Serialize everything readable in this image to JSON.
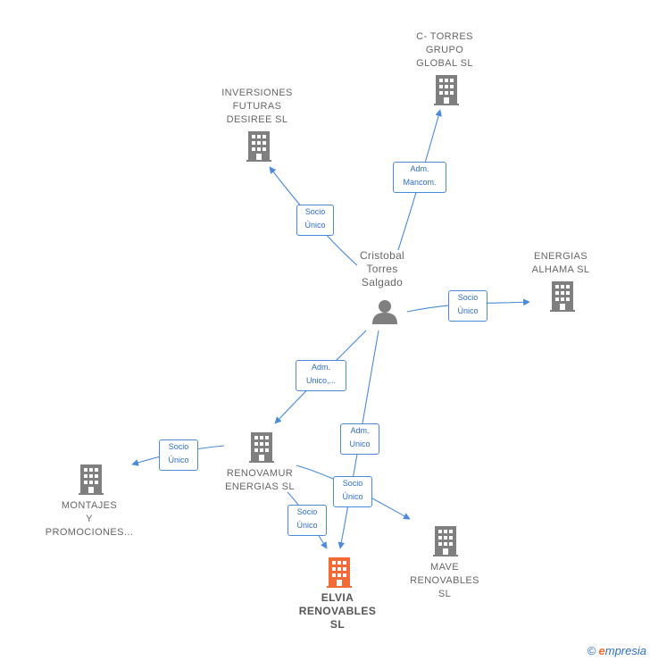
{
  "person": {
    "name": "Cristobal\nTorres\nSalgado"
  },
  "companies": {
    "inversiones": "INVERSIONES\nFUTURAS\nDESIREE  SL",
    "ctorres": "C- TORRES\nGRUPO\nGLOBAL  SL",
    "energias": "ENERGIAS\nALHAMA  SL",
    "renovamur": "RENOVAMUR\nENERGIAS  SL",
    "montajes": "MONTAJES\nY\nPROMOCIONES...",
    "elvia": "ELVIA\nRENOVABLES\nSL",
    "mave": "MAVE\nRENOVABLES\nSL"
  },
  "edge_labels": {
    "socio_inv": "Socio\nÚnico",
    "adm_ctorres": "Adm.\nMancom.",
    "socio_energias": "Socio\nÚnico",
    "adm_renovamur": "Adm.\nUnico,...",
    "adm_elvia": "Adm.\nUnico",
    "socio_montajes": "Socio\nÚnico",
    "socio_mave": "Socio\nÚnico",
    "socio_elvia": "Socio\nÚnico"
  },
  "colors": {
    "edge": "#4a8ad8",
    "building": "#7f7f7f",
    "highlight": "#f26b36"
  },
  "brand": {
    "copyright": "©",
    "first": "e",
    "rest": "mpresia"
  }
}
